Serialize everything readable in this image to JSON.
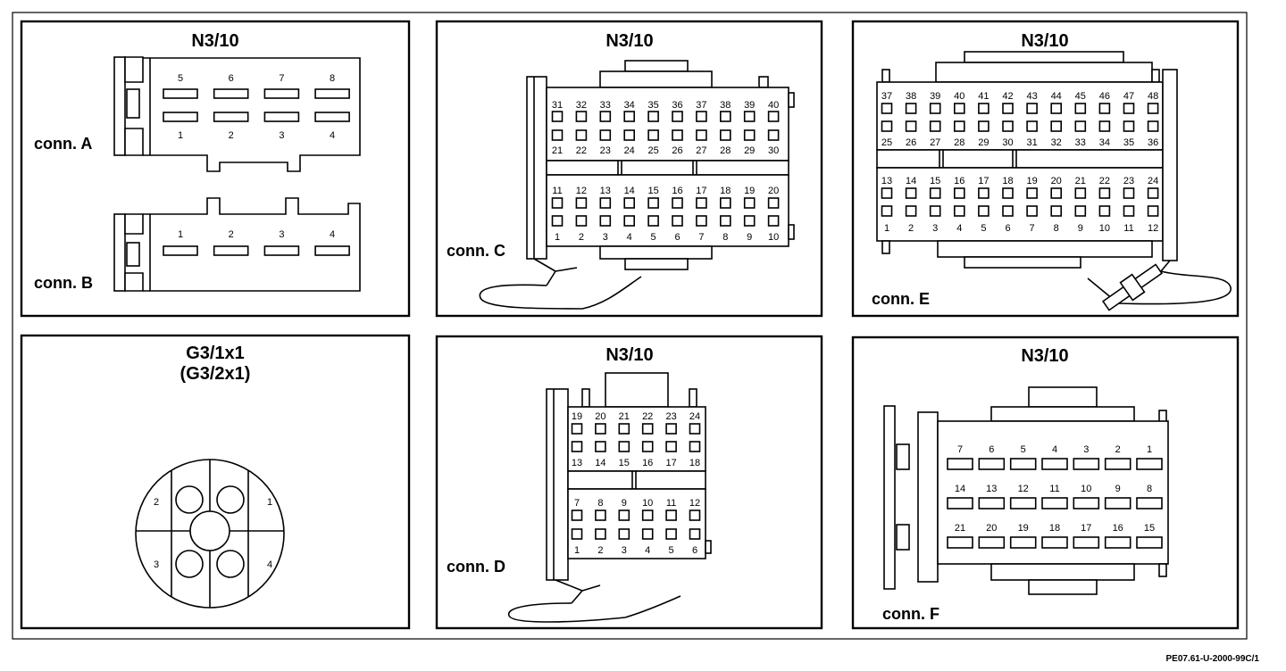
{
  "footer_code": "PE07.61-U-2000-99C/1",
  "panel_ab": {
    "title": "N3/10",
    "conn_a": {
      "label": "conn. A",
      "top_pins": [
        "5",
        "6",
        "7",
        "8"
      ],
      "bottom_pins": [
        "1",
        "2",
        "3",
        "4"
      ]
    },
    "conn_b": {
      "label": "conn. B",
      "pins": [
        "1",
        "2",
        "3",
        "4"
      ]
    }
  },
  "panel_c": {
    "title": "N3/10",
    "label": "conn. C",
    "upper_top_pins": [
      "31",
      "32",
      "33",
      "34",
      "35",
      "36",
      "37",
      "38",
      "39",
      "40"
    ],
    "upper_bottom_pins": [
      "21",
      "22",
      "23",
      "24",
      "25",
      "26",
      "27",
      "28",
      "29",
      "30"
    ],
    "lower_top_pins": [
      "11",
      "12",
      "13",
      "14",
      "15",
      "16",
      "17",
      "18",
      "19",
      "20"
    ],
    "lower_bottom_pins": [
      "1",
      "2",
      "3",
      "4",
      "5",
      "6",
      "7",
      "8",
      "9",
      "10"
    ]
  },
  "panel_e": {
    "title": "N3/10",
    "label": "conn. E",
    "upper_top_pins": [
      "37",
      "38",
      "39",
      "40",
      "41",
      "42",
      "43",
      "44",
      "45",
      "46",
      "47",
      "48"
    ],
    "upper_bottom_pins": [
      "25",
      "26",
      "27",
      "28",
      "29",
      "30",
      "31",
      "32",
      "33",
      "34",
      "35",
      "36"
    ],
    "lower_top_pins": [
      "13",
      "14",
      "15",
      "16",
      "17",
      "18",
      "19",
      "20",
      "21",
      "22",
      "23",
      "24"
    ],
    "lower_bottom_pins": [
      "1",
      "2",
      "3",
      "4",
      "5",
      "6",
      "7",
      "8",
      "9",
      "10",
      "11",
      "12"
    ]
  },
  "panel_g3": {
    "title": "G3/1x1",
    "subtitle": "(G3/2x1)",
    "pin_labels": {
      "top_left": "2",
      "top_right": "1",
      "bottom_left": "3",
      "bottom_right": "4"
    }
  },
  "panel_d": {
    "title": "N3/10",
    "label": "conn. D",
    "upper_top_pins": [
      "19",
      "20",
      "21",
      "22",
      "23",
      "24"
    ],
    "upper_bottom_pins": [
      "13",
      "14",
      "15",
      "16",
      "17",
      "18"
    ],
    "lower_top_pins": [
      "7",
      "8",
      "9",
      "10",
      "11",
      "12"
    ],
    "lower_bottom_pins": [
      "1",
      "2",
      "3",
      "4",
      "5",
      "6"
    ]
  },
  "panel_f": {
    "title": "N3/10",
    "label": "conn. F",
    "row_1_pins": [
      "7",
      "6",
      "5",
      "4",
      "3",
      "2",
      "1"
    ],
    "row_2_pins": [
      "14",
      "13",
      "12",
      "11",
      "10",
      "9",
      "8"
    ],
    "row_3_pins": [
      "21",
      "20",
      "19",
      "18",
      "17",
      "16",
      "15"
    ]
  }
}
